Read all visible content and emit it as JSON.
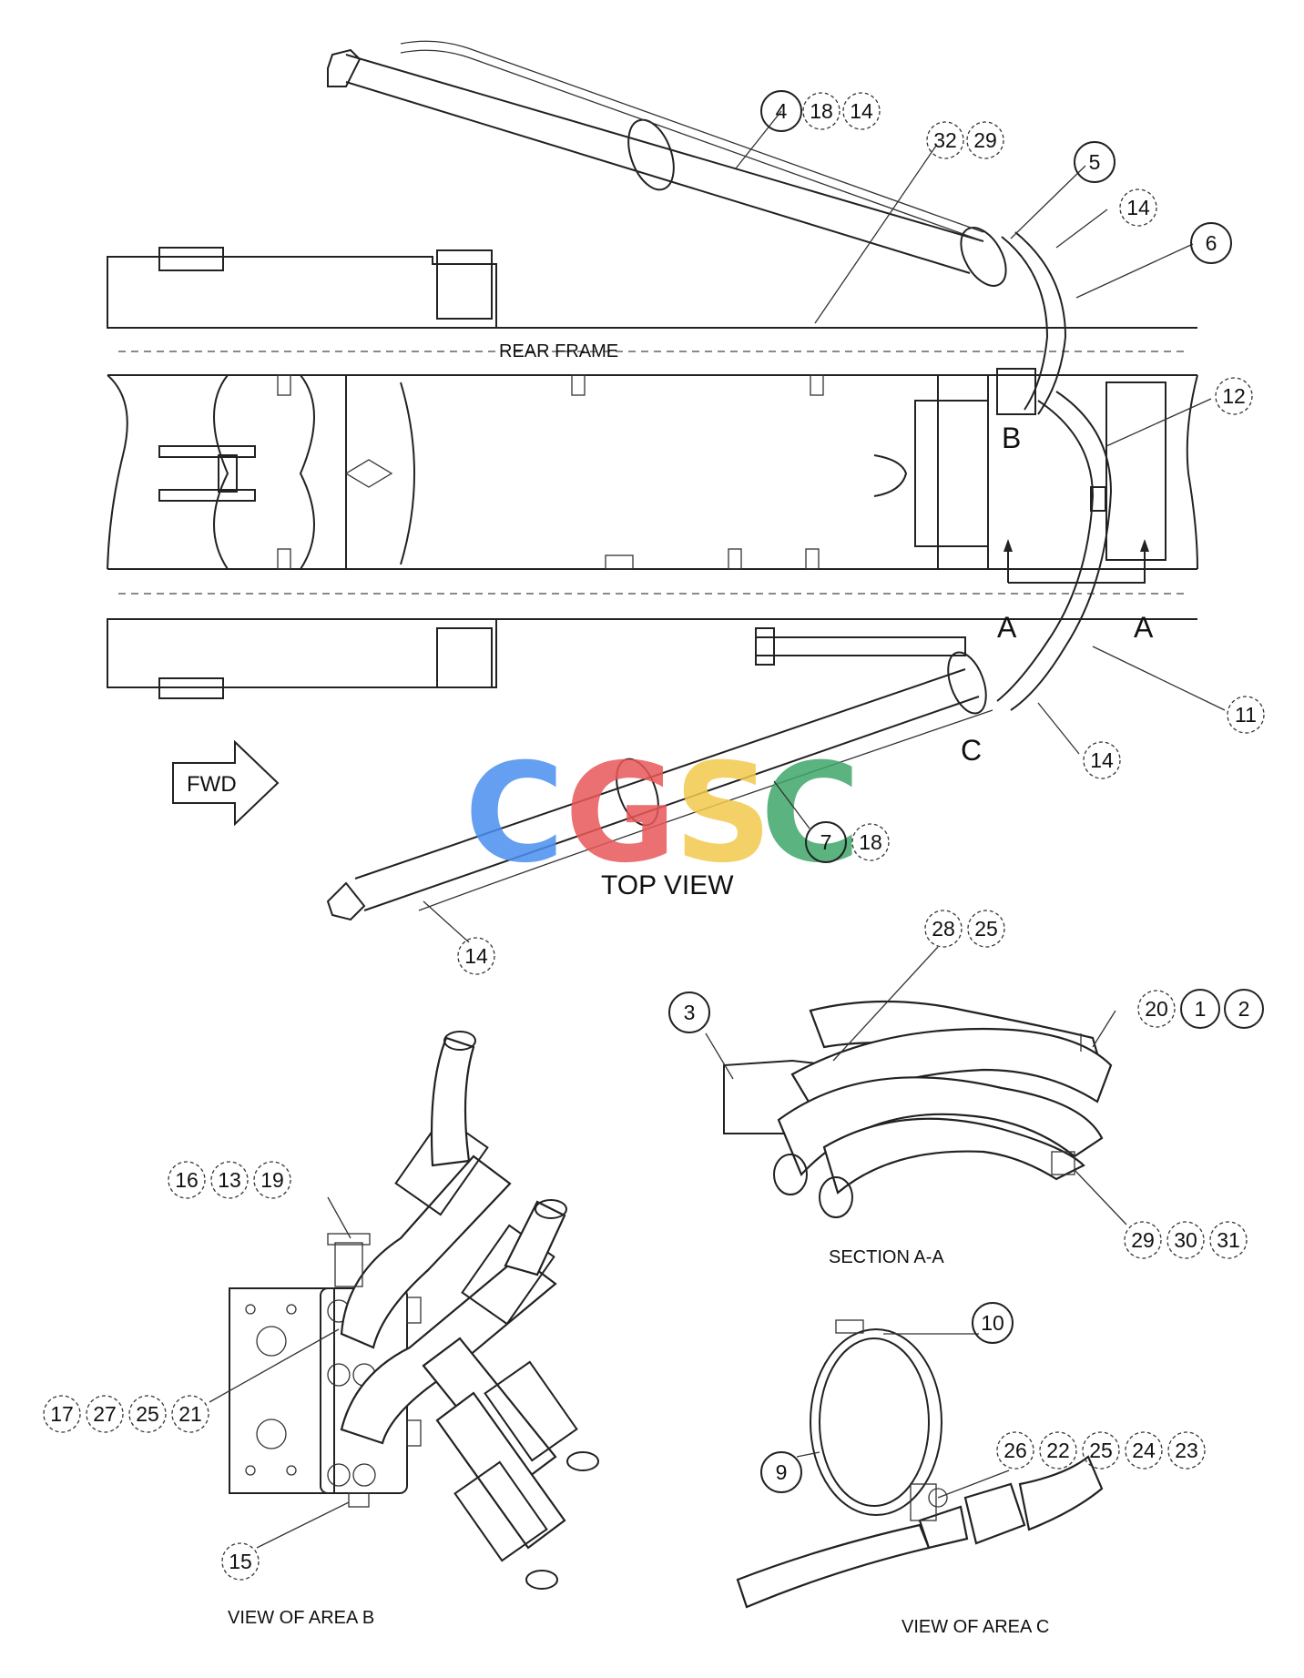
{
  "labels": {
    "rear_frame": "REAR FRAME",
    "top_view": "TOP VIEW",
    "fwd": "FWD",
    "section_aa": "SECTION A-A",
    "view_area_b": "VIEW OF AREA B",
    "view_area_c": "VIEW OF AREA C",
    "letter_a": "A",
    "letter_b": "B",
    "letter_c": "C"
  },
  "watermark": {
    "letters": [
      "C",
      "G",
      "S",
      "C"
    ],
    "colors": [
      "#4a8ff0",
      "#e8585a",
      "#f2c94c",
      "#3fa66a"
    ]
  },
  "callouts": {
    "top_4_18_14": [
      "4",
      "18",
      "14"
    ],
    "top_32_29": [
      "32",
      "29"
    ],
    "top_5": [
      "5"
    ],
    "top_14_a": [
      "14"
    ],
    "top_6": [
      "6"
    ],
    "top_12": [
      "12"
    ],
    "top_11": [
      "11"
    ],
    "top_14_b": [
      "14"
    ],
    "top_7_18": [
      "7",
      "18"
    ],
    "top_14_c": [
      "14"
    ],
    "sec_28_25": [
      "28",
      "25"
    ],
    "sec_3": [
      "3"
    ],
    "sec_20_1_2": [
      "20",
      "1",
      "2"
    ],
    "sec_29_30_31": [
      "29",
      "30",
      "31"
    ],
    "b_16_13_19": [
      "16",
      "13",
      "19"
    ],
    "b_17_27_25_21": [
      "17",
      "27",
      "25",
      "21"
    ],
    "b_15": [
      "15"
    ],
    "c_10": [
      "10"
    ],
    "c_9": [
      "9"
    ],
    "c_26_22_25_24_23": [
      "26",
      "22",
      "25",
      "24",
      "23"
    ]
  },
  "colors": {
    "ink": "#222222",
    "paper": "#ffffff"
  }
}
